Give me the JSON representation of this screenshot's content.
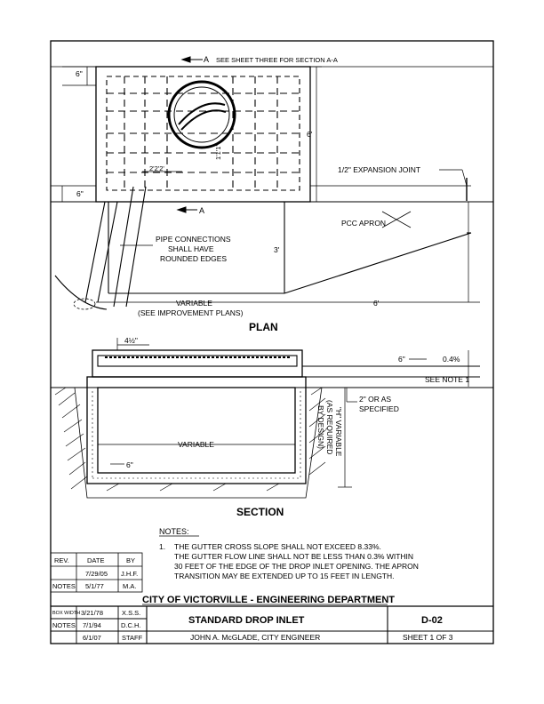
{
  "plan": {
    "section_ref_left": "A",
    "section_ref_note": "SEE SHEET THREE FOR SECTION A-A",
    "section_ref_right": "A",
    "dim_6_top": "6\"",
    "dim_6_bottom": "6\"",
    "dim_6_right": "6'",
    "dim_3": "3'",
    "dim_6_apron": "6'",
    "dim_2_2_2": "2'2'2'",
    "dim_1_1_1": "1'1'1'",
    "expansion_joint": "1/2\" EXPANSION JOINT",
    "pcc_apron": "PCC APRON",
    "pipe_line1": "PIPE CONNECTIONS",
    "pipe_line2": "SHALL HAVE",
    "pipe_line3": "ROUNDED EDGES",
    "variable": "VARIABLE",
    "see_plans": "(SEE IMPROVEMENT PLANS)",
    "label": "PLAN"
  },
  "section": {
    "dim_4_5": "4½\"",
    "dim_6_top": "6\"",
    "slope": "0.4%",
    "see_note": "SEE NOTE 1",
    "spec_line1": "2\" OR AS",
    "spec_line2": "SPECIFIED",
    "h_line1": "\"H\" VARIABLE",
    "h_line2": "(AS REQUIRED",
    "h_line3": "BY DESIGN)",
    "variable": "VARIABLE",
    "dim_6_inner": "6\"",
    "label": "SECTION"
  },
  "notes": {
    "title": "NOTES:",
    "num": "1.",
    "lines": [
      "THE GUTTER CROSS SLOPE SHALL NOT EXCEED 8.33%.",
      "THE GUTTER FLOW LINE SHALL NOT BE LESS THAN 0.3% WITHIN",
      "30 FEET OF THE EDGE OF THE DROP INLET OPENING.  THE APRON",
      "TRANSITION MAY BE EXTENDED UP TO 15 FEET IN LENGTH."
    ]
  },
  "revisions": {
    "headers": [
      "REV.",
      "DATE",
      "BY"
    ],
    "rows": [
      {
        "rev": "",
        "date": "7/29/05",
        "by": "J.H.F."
      },
      {
        "rev": "NOTES",
        "date": "5/1/77",
        "by": "M.A."
      }
    ]
  },
  "titleblock": {
    "dept": "CITY OF VICTORVILLE - ENGINEERING DEPARTMENT",
    "rows": [
      {
        "c1": "BOX WIDTH",
        "c2": "3/21/78",
        "c3": "X.S.S."
      },
      {
        "c1": "NOTES",
        "c2": "7/1/94",
        "c3": "D.C.H."
      },
      {
        "c1": "",
        "c2": "6/1/07",
        "c3": "STAFF"
      }
    ],
    "title": "STANDARD DROP INLET",
    "number": "D-02",
    "engineer": "JOHN A. McGLADE, CITY ENGINEER",
    "sheet": "SHEET 1 OF 3"
  }
}
